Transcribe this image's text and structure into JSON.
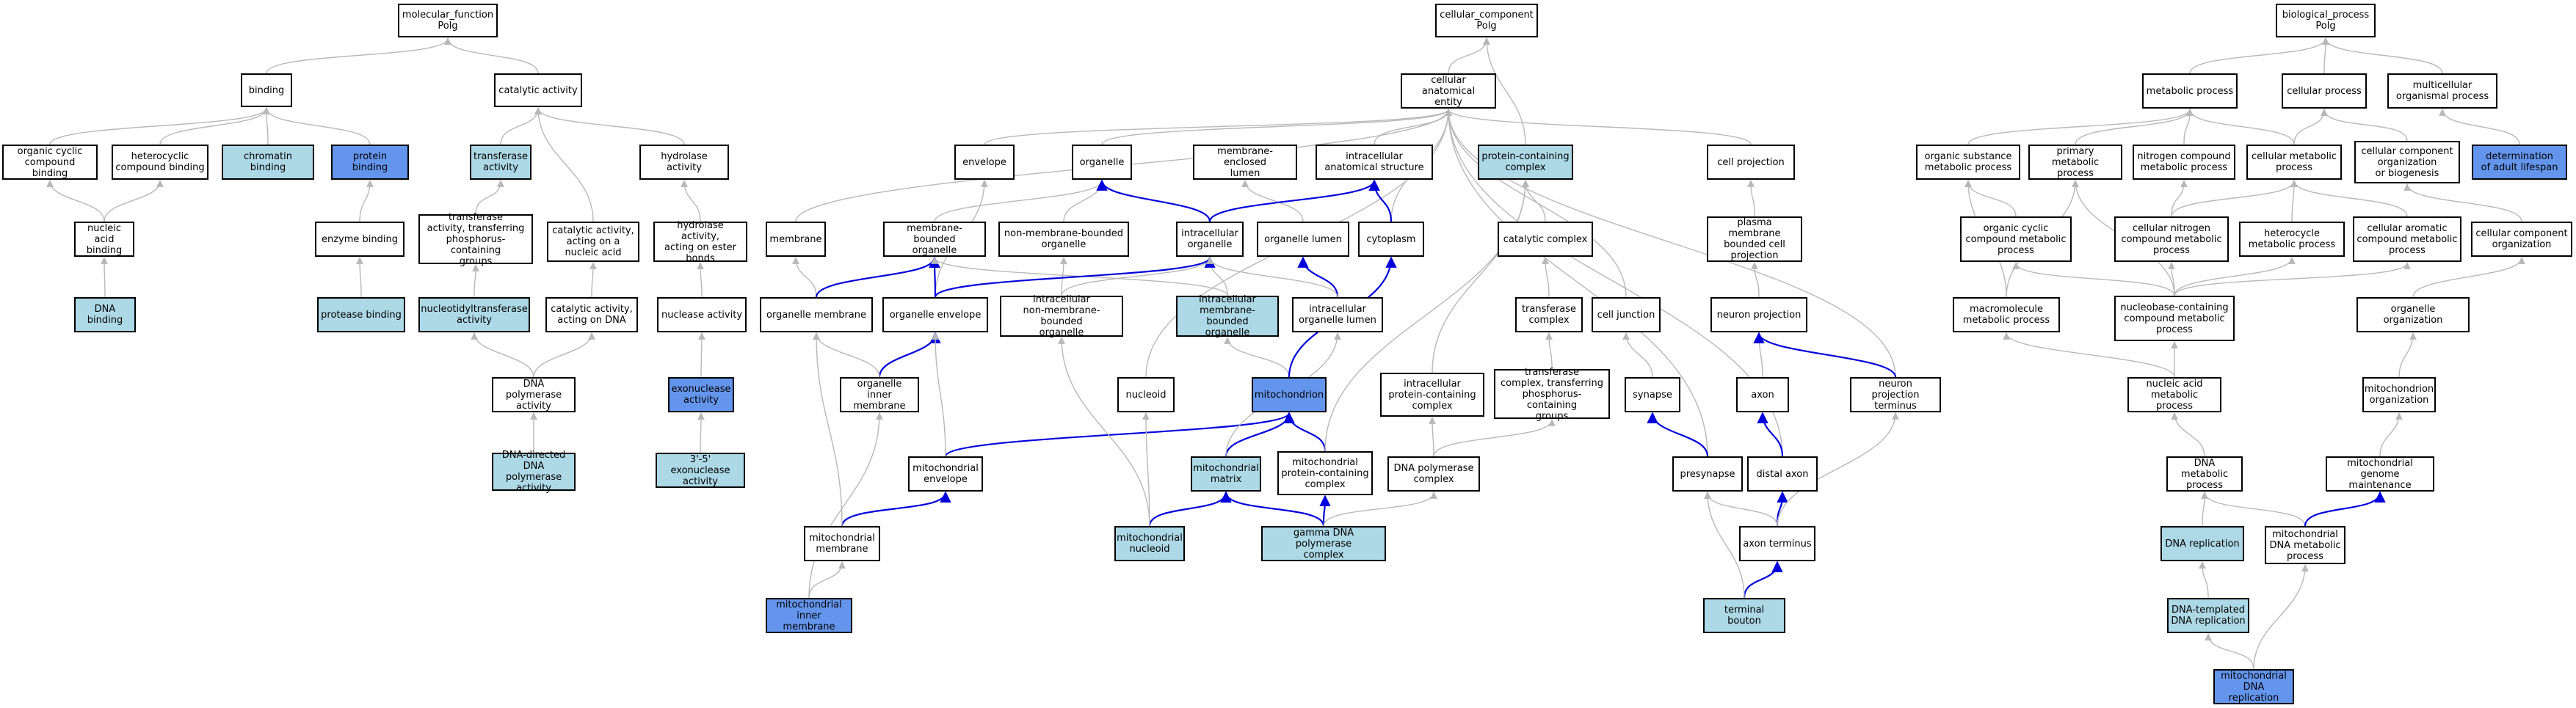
{
  "colors": {
    "default": "#ffffff",
    "light": "#add8e6",
    "dark": "#6495ed",
    "edge_gray": "#b8b8b8",
    "edge_blue": "#0000dd"
  },
  "nodes": {
    "mf_root": {
      "label": "molecular_function\nPolg",
      "fill": "default"
    },
    "binding": {
      "label": "binding",
      "fill": "default"
    },
    "catalytic": {
      "label": "catalytic activity",
      "fill": "default"
    },
    "org_cyc_bind": {
      "label": "organic cyclic\ncompound binding",
      "fill": "default"
    },
    "het_bind": {
      "label": "heterocyclic\ncompound binding",
      "fill": "default"
    },
    "chrom_bind": {
      "label": "chromatin binding",
      "fill": "light"
    },
    "prot_bind": {
      "label": "protein binding",
      "fill": "dark"
    },
    "transferase": {
      "label": "transferase\nactivity",
      "fill": "light"
    },
    "hydrolase": {
      "label": "hydrolase activity",
      "fill": "default"
    },
    "nuc_acid_bind": {
      "label": "nucleic acid\nbinding",
      "fill": "default"
    },
    "enzyme_bind": {
      "label": "enzyme binding",
      "fill": "default"
    },
    "transf_phos": {
      "label": "transferase\nactivity, transferring\nphosphorus-containing\ngroups",
      "fill": "default"
    },
    "cat_nuc": {
      "label": "catalytic activity,\nacting on a\nnucleic acid",
      "fill": "default"
    },
    "hydro_ester": {
      "label": "hydrolase activity,\nacting on ester\nbonds",
      "fill": "default"
    },
    "dna_bind": {
      "label": "DNA binding",
      "fill": "light"
    },
    "protease_bind": {
      "label": "protease binding",
      "fill": "light"
    },
    "nucleotidyl": {
      "label": "nucleotidyltransferase\nactivity",
      "fill": "light"
    },
    "cat_dna": {
      "label": "catalytic activity,\nacting on DNA",
      "fill": "default"
    },
    "nuclease": {
      "label": "nuclease activity",
      "fill": "default"
    },
    "dna_pol": {
      "label": "DNA polymerase\nactivity",
      "fill": "default"
    },
    "exonuclease": {
      "label": "exonuclease\nactivity",
      "fill": "dark"
    },
    "dd_dna_pol": {
      "label": "DNA-directed\nDNA polymerase\nactivity",
      "fill": "light"
    },
    "exo35": {
      "label": "3'-5' exonuclease\nactivity",
      "fill": "light"
    },
    "cc_root": {
      "label": "cellular_component\nPolg",
      "fill": "default"
    },
    "cae": {
      "label": "cellular anatomical\nentity",
      "fill": "default"
    },
    "envelope": {
      "label": "envelope",
      "fill": "default"
    },
    "organelle": {
      "label": "organelle",
      "fill": "default"
    },
    "mem_encl_lumen": {
      "label": "membrane-enclosed\nlumen",
      "fill": "default"
    },
    "intra_anat": {
      "label": "intracellular\nanatomical structure",
      "fill": "default"
    },
    "prot_cont_cplx": {
      "label": "protein-containing\ncomplex",
      "fill": "light"
    },
    "cell_proj": {
      "label": "cell projection",
      "fill": "default"
    },
    "membrane": {
      "label": "membrane",
      "fill": "default"
    },
    "mem_bound_org": {
      "label": "membrane-bounded\norganelle",
      "fill": "default"
    },
    "non_mem_org": {
      "label": "non-membrane-bounded\norganelle",
      "fill": "default"
    },
    "intra_org": {
      "label": "intracellular\norganelle",
      "fill": "default"
    },
    "org_lumen": {
      "label": "organelle lumen",
      "fill": "default"
    },
    "cytoplasm": {
      "label": "cytoplasm",
      "fill": "default"
    },
    "catalytic_cplx": {
      "label": "catalytic complex",
      "fill": "default"
    },
    "pm_proj": {
      "label": "plasma membrane\nbounded cell\nprojection",
      "fill": "default"
    },
    "org_membrane": {
      "label": "organelle membrane",
      "fill": "default"
    },
    "org_envelope": {
      "label": "organelle envelope",
      "fill": "default"
    },
    "intra_nonmem_org": {
      "label": "intracellular\nnon-membrane-bounded\norganelle",
      "fill": "default"
    },
    "intra_mem_org": {
      "label": "intracellular\nmembrane-bounded\norganelle",
      "fill": "light"
    },
    "intra_org_lumen": {
      "label": "intracellular\norganelle lumen",
      "fill": "default"
    },
    "transf_cplx": {
      "label": "transferase\ncomplex",
      "fill": "default"
    },
    "cell_junction": {
      "label": "cell junction",
      "fill": "default"
    },
    "neuron_proj": {
      "label": "neuron projection",
      "fill": "default"
    },
    "org_inner_mem": {
      "label": "organelle inner\nmembrane",
      "fill": "default"
    },
    "nucleoid": {
      "label": "nucleoid",
      "fill": "default"
    },
    "mitochondrion": {
      "label": "mitochondrion",
      "fill": "dark"
    },
    "intra_prot_cplx": {
      "label": "intracellular\nprotein-containing\ncomplex",
      "fill": "default"
    },
    "transf_cplx_phos": {
      "label": "transferase\ncomplex, transferring\nphosphorus-containing\ngroups",
      "fill": "default"
    },
    "synapse": {
      "label": "synapse",
      "fill": "default"
    },
    "axon": {
      "label": "axon",
      "fill": "default"
    },
    "np_terminus": {
      "label": "neuron projection\nterminus",
      "fill": "default"
    },
    "mito_envelope": {
      "label": "mitochondrial\nenvelope",
      "fill": "default"
    },
    "mito_matrix": {
      "label": "mitochondrial\nmatrix",
      "fill": "light"
    },
    "mito_prot_cplx": {
      "label": "mitochondrial\nprotein-containing\ncomplex",
      "fill": "default"
    },
    "dna_pol_cplx": {
      "label": "DNA polymerase\ncomplex",
      "fill": "default"
    },
    "presynapse": {
      "label": "presynapse",
      "fill": "default"
    },
    "distal_axon": {
      "label": "distal axon",
      "fill": "default"
    },
    "mito_membrane": {
      "label": "mitochondrial\nmembrane",
      "fill": "default"
    },
    "mito_nucleoid": {
      "label": "mitochondrial\nnucleoid",
      "fill": "light"
    },
    "gamma_pol": {
      "label": "gamma DNA polymerase\ncomplex",
      "fill": "light"
    },
    "axon_terminus": {
      "label": "axon terminus",
      "fill": "default"
    },
    "mito_inner_mem": {
      "label": "mitochondrial\ninner membrane",
      "fill": "dark"
    },
    "terminal_bouton": {
      "label": "terminal bouton",
      "fill": "light"
    },
    "bp_root": {
      "label": "biological_process\nPolg",
      "fill": "default"
    },
    "metabolic": {
      "label": "metabolic process",
      "fill": "default"
    },
    "cellular_proc": {
      "label": "cellular process",
      "fill": "default"
    },
    "multicell": {
      "label": "multicellular\norganismal process",
      "fill": "default"
    },
    "org_subst": {
      "label": "organic substance\nmetabolic process",
      "fill": "default"
    },
    "primary_met": {
      "label": "primary metabolic\nprocess",
      "fill": "default"
    },
    "nitrogen_met": {
      "label": "nitrogen compound\nmetabolic process",
      "fill": "default"
    },
    "cell_met": {
      "label": "cellular metabolic\nprocess",
      "fill": "default"
    },
    "cc_org_bio": {
      "label": "cellular component\norganization\nor biogenesis",
      "fill": "default"
    },
    "adult_lifespan": {
      "label": "determination\nof adult lifespan",
      "fill": "dark"
    },
    "org_cyc_met": {
      "label": "organic cyclic\ncompound metabolic\nprocess",
      "fill": "default"
    },
    "cell_nitro_met": {
      "label": "cellular nitrogen\ncompound metabolic\nprocess",
      "fill": "default"
    },
    "hetcyc_met": {
      "label": "heterocycle\nmetabolic process",
      "fill": "default"
    },
    "cell_arom_met": {
      "label": "cellular aromatic\ncompound metabolic\nprocess",
      "fill": "default"
    },
    "cc_org": {
      "label": "cellular component\norganization",
      "fill": "default"
    },
    "macro_met": {
      "label": "macromolecule\nmetabolic process",
      "fill": "default"
    },
    "nucbase_met": {
      "label": "nucleobase-containing\ncompound metabolic\nprocess",
      "fill": "default"
    },
    "organelle_org": {
      "label": "organelle organization",
      "fill": "default"
    },
    "nuc_acid_met": {
      "label": "nucleic acid\nmetabolic process",
      "fill": "default"
    },
    "mito_org": {
      "label": "mitochondrion\norganization",
      "fill": "default"
    },
    "dna_met": {
      "label": "DNA metabolic\nprocess",
      "fill": "default"
    },
    "mito_genome": {
      "label": "mitochondrial\ngenome maintenance",
      "fill": "default"
    },
    "dna_rep": {
      "label": "DNA replication",
      "fill": "light"
    },
    "mito_dna_met": {
      "label": "mitochondrial\nDNA metabolic\nprocess",
      "fill": "default"
    },
    "dna_templ_rep": {
      "label": "DNA-templated\nDNA replication",
      "fill": "light"
    },
    "mito_dna_rep": {
      "label": "mitochondrial\nDNA replication",
      "fill": "dark"
    }
  },
  "edges": [
    [
      "binding",
      "mf_root",
      "gray"
    ],
    [
      "catalytic",
      "mf_root",
      "gray"
    ],
    [
      "org_cyc_bind",
      "binding",
      "gray"
    ],
    [
      "het_bind",
      "binding",
      "gray"
    ],
    [
      "chrom_bind",
      "binding",
      "gray"
    ],
    [
      "prot_bind",
      "binding",
      "gray"
    ],
    [
      "transferase",
      "catalytic",
      "gray"
    ],
    [
      "hydrolase",
      "catalytic",
      "gray"
    ],
    [
      "cat_nuc",
      "catalytic",
      "gray"
    ],
    [
      "nuc_acid_bind",
      "org_cyc_bind",
      "gray"
    ],
    [
      "nuc_acid_bind",
      "het_bind",
      "gray"
    ],
    [
      "enzyme_bind",
      "prot_bind",
      "gray"
    ],
    [
      "transf_phos",
      "transferase",
      "gray"
    ],
    [
      "hydro_ester",
      "hydrolase",
      "gray"
    ],
    [
      "dna_bind",
      "nuc_acid_bind",
      "gray"
    ],
    [
      "protease_bind",
      "enzyme_bind",
      "gray"
    ],
    [
      "nucleotidyl",
      "transf_phos",
      "gray"
    ],
    [
      "cat_dna",
      "cat_nuc",
      "gray"
    ],
    [
      "nuclease",
      "hydro_ester",
      "gray"
    ],
    [
      "dna_pol",
      "nucleotidyl",
      "gray"
    ],
    [
      "dna_pol",
      "cat_dna",
      "gray"
    ],
    [
      "exonuclease",
      "nuclease",
      "gray"
    ],
    [
      "dd_dna_pol",
      "dna_pol",
      "gray"
    ],
    [
      "exo35",
      "exonuclease",
      "gray"
    ],
    [
      "cae",
      "cc_root",
      "gray"
    ],
    [
      "prot_cont_cplx",
      "cc_root",
      "gray"
    ],
    [
      "envelope",
      "cae",
      "gray"
    ],
    [
      "organelle",
      "cae",
      "gray"
    ],
    [
      "intra_anat",
      "cae",
      "gray"
    ],
    [
      "cell_proj",
      "cae",
      "gray"
    ],
    [
      "membrane",
      "cae",
      "gray"
    ],
    [
      "cytoplasm",
      "cae",
      "gray"
    ],
    [
      "cell_junction",
      "cae",
      "gray"
    ],
    [
      "presynapse",
      "cae",
      "gray"
    ],
    [
      "distal_axon",
      "cae",
      "gray"
    ],
    [
      "np_terminus",
      "cae",
      "gray"
    ],
    [
      "nucleoid",
      "cae",
      "gray"
    ],
    [
      "mem_bound_org",
      "organelle",
      "gray"
    ],
    [
      "non_mem_org",
      "organelle",
      "gray"
    ],
    [
      "intra_org",
      "organelle",
      "blue"
    ],
    [
      "org_lumen",
      "mem_encl_lumen",
      "gray"
    ],
    [
      "intra_org",
      "intra_anat",
      "blue"
    ],
    [
      "cytoplasm",
      "intra_anat",
      "blue"
    ],
    [
      "catalytic_cplx",
      "prot_cont_cplx",
      "gray"
    ],
    [
      "pm_proj",
      "cell_proj",
      "gray"
    ],
    [
      "org_membrane",
      "membrane",
      "gray"
    ],
    [
      "org_envelope",
      "envelope",
      "gray"
    ],
    [
      "org_envelope",
      "mem_bound_org",
      "blue"
    ],
    [
      "org_membrane",
      "mem_bound_org",
      "blue"
    ],
    [
      "intra_nonmem_org",
      "non_mem_org",
      "gray"
    ],
    [
      "intra_nonmem_org",
      "intra_org",
      "gray"
    ],
    [
      "intra_mem_org",
      "mem_bound_org",
      "gray"
    ],
    [
      "intra_mem_org",
      "intra_org",
      "gray"
    ],
    [
      "org_envelope",
      "intra_org",
      "blue"
    ],
    [
      "intra_org_lumen",
      "org_lumen",
      "blue"
    ],
    [
      "intra_org_lumen",
      "intra_org",
      "gray"
    ],
    [
      "transf_cplx",
      "catalytic_cplx",
      "gray"
    ],
    [
      "neuron_proj",
      "pm_proj",
      "gray"
    ],
    [
      "org_inner_mem",
      "org_envelope",
      "blue"
    ],
    [
      "org_inner_mem",
      "org_membrane",
      "gray"
    ],
    [
      "mitochondrion",
      "intra_mem_org",
      "gray"
    ],
    [
      "mitochondrion",
      "cytoplasm",
      "blue"
    ],
    [
      "intra_prot_cplx",
      "prot_cont_cplx",
      "gray"
    ],
    [
      "transf_cplx_phos",
      "transf_cplx",
      "gray"
    ],
    [
      "synapse",
      "cell_junction",
      "gray"
    ],
    [
      "axon",
      "neuron_proj",
      "gray"
    ],
    [
      "np_terminus",
      "neuron_proj",
      "blue"
    ],
    [
      "mito_envelope",
      "mitochondrion",
      "blue"
    ],
    [
      "mito_envelope",
      "org_envelope",
      "gray"
    ],
    [
      "mito_matrix",
      "mitochondrion",
      "blue"
    ],
    [
      "mito_matrix",
      "intra_org_lumen",
      "gray"
    ],
    [
      "mito_prot_cplx",
      "mitochondrion",
      "blue"
    ],
    [
      "mito_prot_cplx",
      "prot_cont_cplx",
      "gray"
    ],
    [
      "dna_pol_cplx",
      "intra_prot_cplx",
      "gray"
    ],
    [
      "dna_pol_cplx",
      "transf_cplx_phos",
      "gray"
    ],
    [
      "presynapse",
      "synapse",
      "blue"
    ],
    [
      "distal_axon",
      "axon",
      "blue"
    ],
    [
      "mito_membrane",
      "mito_envelope",
      "blue"
    ],
    [
      "mito_membrane",
      "org_membrane",
      "gray"
    ],
    [
      "mito_nucleoid",
      "mito_matrix",
      "blue"
    ],
    [
      "mito_nucleoid",
      "nucleoid",
      "gray"
    ],
    [
      "mito_nucleoid",
      "intra_nonmem_org",
      "gray"
    ],
    [
      "gamma_pol",
      "mito_matrix",
      "blue"
    ],
    [
      "gamma_pol",
      "mito_prot_cplx",
      "blue"
    ],
    [
      "gamma_pol",
      "dna_pol_cplx",
      "gray"
    ],
    [
      "axon_terminus",
      "distal_axon",
      "blue"
    ],
    [
      "axon_terminus",
      "presynapse",
      "gray"
    ],
    [
      "axon_terminus",
      "np_terminus",
      "gray"
    ],
    [
      "mito_inner_mem",
      "mito_membrane",
      "gray"
    ],
    [
      "mito_inner_mem",
      "org_inner_mem",
      "gray"
    ],
    [
      "terminal_bouton",
      "axon_terminus",
      "blue"
    ],
    [
      "terminal_bouton",
      "presynapse",
      "gray"
    ],
    [
      "metabolic",
      "bp_root",
      "gray"
    ],
    [
      "cellular_proc",
      "bp_root",
      "gray"
    ],
    [
      "multicell",
      "bp_root",
      "gray"
    ],
    [
      "org_subst",
      "metabolic",
      "gray"
    ],
    [
      "primary_met",
      "metabolic",
      "gray"
    ],
    [
      "nitrogen_met",
      "metabolic",
      "gray"
    ],
    [
      "cell_met",
      "metabolic",
      "gray"
    ],
    [
      "cell_met",
      "cellular_proc",
      "gray"
    ],
    [
      "cc_org_bio",
      "cellular_proc",
      "gray"
    ],
    [
      "adult_lifespan",
      "multicell",
      "gray"
    ],
    [
      "org_cyc_met",
      "org_subst",
      "gray"
    ],
    [
      "cell_nitro_met",
      "nitrogen_met",
      "gray"
    ],
    [
      "cell_nitro_met",
      "cell_met",
      "gray"
    ],
    [
      "hetcyc_met",
      "cell_met",
      "gray"
    ],
    [
      "cell_arom_met",
      "cell_met",
      "gray"
    ],
    [
      "cc_org",
      "cc_org_bio",
      "gray"
    ],
    [
      "macro_met",
      "org_subst",
      "gray"
    ],
    [
      "macro_met",
      "primary_met",
      "gray"
    ],
    [
      "nucbase_met",
      "org_cyc_met",
      "gray"
    ],
    [
      "nucbase_met",
      "cell_nitro_met",
      "gray"
    ],
    [
      "nucbase_met",
      "hetcyc_met",
      "gray"
    ],
    [
      "nucbase_met",
      "cell_arom_met",
      "gray"
    ],
    [
      "nucbase_met",
      "primary_met",
      "gray"
    ],
    [
      "organelle_org",
      "cc_org",
      "gray"
    ],
    [
      "nuc_acid_met",
      "nucbase_met",
      "gray"
    ],
    [
      "nuc_acid_met",
      "macro_met",
      "gray"
    ],
    [
      "mito_org",
      "organelle_org",
      "gray"
    ],
    [
      "dna_met",
      "nuc_acid_met",
      "gray"
    ],
    [
      "mito_genome",
      "mito_org",
      "gray"
    ],
    [
      "dna_rep",
      "dna_met",
      "gray"
    ],
    [
      "mito_dna_met",
      "dna_met",
      "gray"
    ],
    [
      "mito_dna_met",
      "mito_genome",
      "blue"
    ],
    [
      "dna_templ_rep",
      "dna_rep",
      "gray"
    ],
    [
      "mito_dna_rep",
      "dna_templ_rep",
      "gray"
    ],
    [
      "mito_dna_rep",
      "mito_dna_met",
      "gray"
    ]
  ]
}
